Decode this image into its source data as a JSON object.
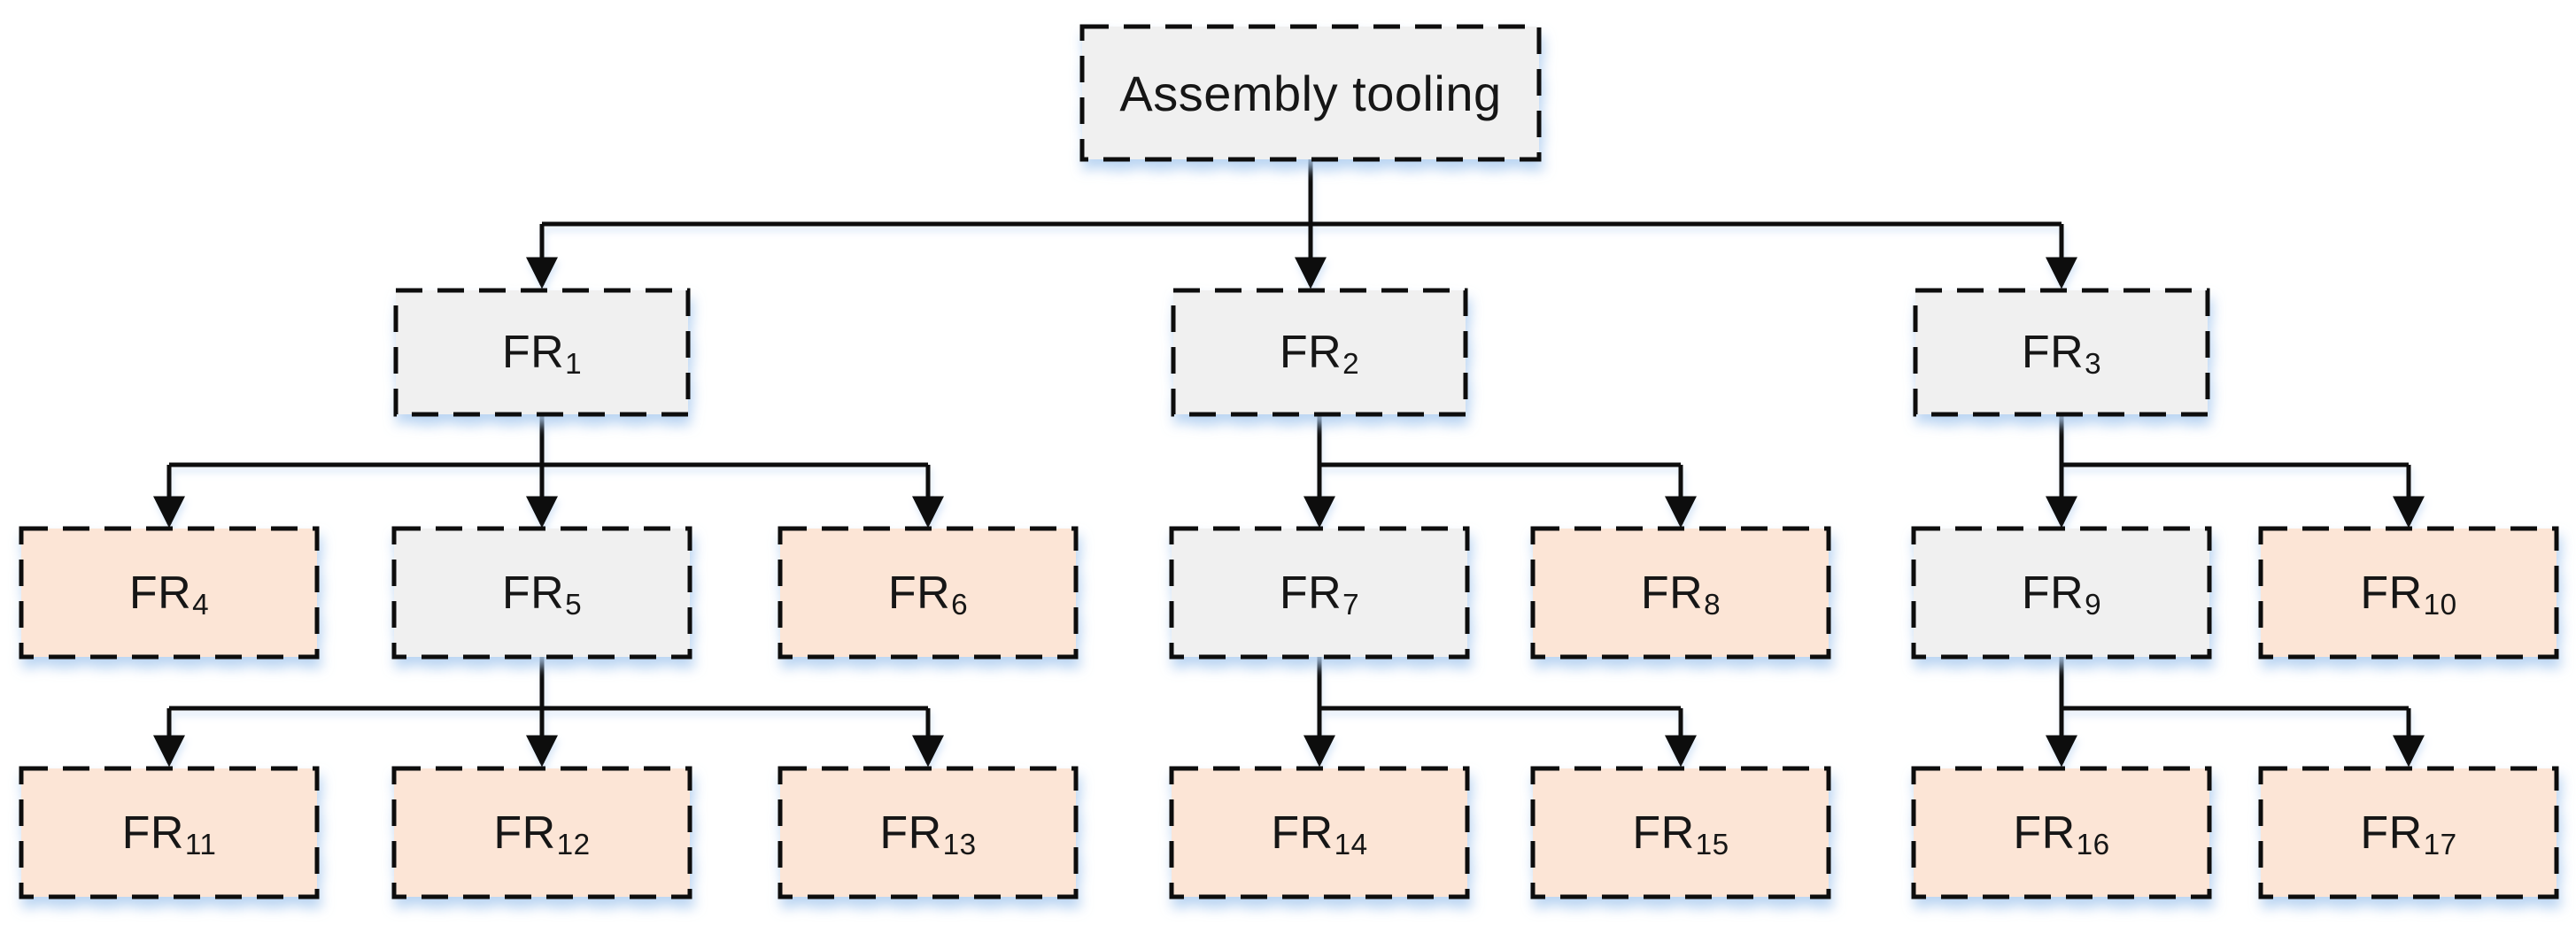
{
  "diagram": {
    "type": "hierarchy-tree",
    "description": "Functional requirement decomposition tree of assembly tooling, 3 levels below root"
  },
  "colors": {
    "background": "#ffffff",
    "box_gray": "#f0f0f0",
    "box_orange": "#fce5d6",
    "border": "#0d0d0d",
    "connector": "#0d0d0d",
    "shadow_glow": "#aecdf0",
    "text": "#161616"
  },
  "nodes": {
    "root": {
      "label": "Assembly tooling",
      "variant": "gray"
    },
    "fr1": {
      "label": "FR",
      "sub": "1",
      "variant": "gray"
    },
    "fr2": {
      "label": "FR",
      "sub": "2",
      "variant": "gray"
    },
    "fr3": {
      "label": "FR",
      "sub": "3",
      "variant": "gray"
    },
    "fr4": {
      "label": "FR",
      "sub": "4",
      "variant": "orange"
    },
    "fr5": {
      "label": "FR",
      "sub": "5",
      "variant": "gray"
    },
    "fr6": {
      "label": "FR",
      "sub": "6",
      "variant": "orange"
    },
    "fr7": {
      "label": "FR",
      "sub": "7",
      "variant": "gray"
    },
    "fr8": {
      "label": "FR",
      "sub": "8",
      "variant": "orange"
    },
    "fr9": {
      "label": "FR",
      "sub": "9",
      "variant": "gray"
    },
    "fr10": {
      "label": "FR",
      "sub": "10",
      "variant": "orange"
    },
    "fr11": {
      "label": "FR",
      "sub": "11",
      "variant": "orange"
    },
    "fr12": {
      "label": "FR",
      "sub": "12",
      "variant": "orange"
    },
    "fr13": {
      "label": "FR",
      "sub": "13",
      "variant": "orange"
    },
    "fr14": {
      "label": "FR",
      "sub": "14",
      "variant": "orange"
    },
    "fr15": {
      "label": "FR",
      "sub": "15",
      "variant": "orange"
    },
    "fr16": {
      "label": "FR",
      "sub": "16",
      "variant": "orange"
    },
    "fr17": {
      "label": "FR",
      "sub": "17",
      "variant": "orange"
    }
  },
  "edges": [
    "root-fr1",
    "root-fr2",
    "root-fr3",
    "fr1-fr4",
    "fr1-fr5",
    "fr1-fr6",
    "fr2-fr7",
    "fr2-fr8",
    "fr3-fr9",
    "fr3-fr10",
    "fr5-fr11",
    "fr5-fr12",
    "fr5-fr13",
    "fr7-fr14",
    "fr7-fr15",
    "fr9-fr16",
    "fr9-fr17"
  ]
}
